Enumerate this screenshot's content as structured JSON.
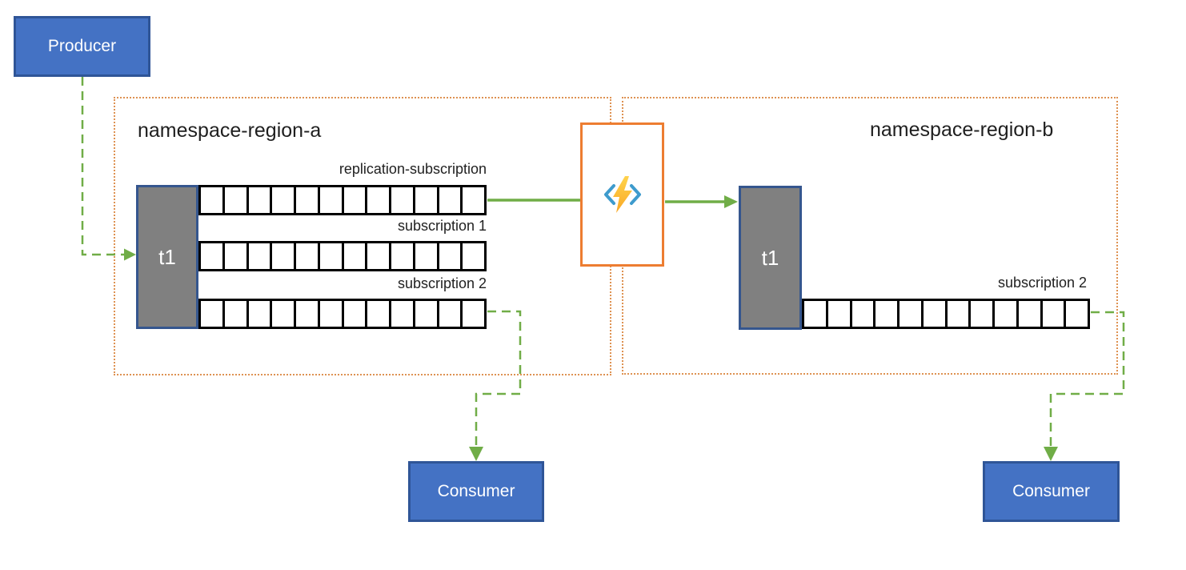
{
  "colors": {
    "box_blue": "#4472C4",
    "box_blue_border": "#2F5597",
    "gray": "#808080",
    "gray_border": "#35568E",
    "orange": "#ED7D31",
    "orange_dotted": "#DE9252",
    "green": "#70AD47",
    "icon_blue": "#3E9BCD",
    "icon_yellow_top": "#FFD34D",
    "icon_yellow_bottom": "#F9A825"
  },
  "producer": {
    "label": "Producer"
  },
  "region_a": {
    "title": "namespace-region-a",
    "topic": {
      "label": "t1"
    },
    "subscriptions": [
      {
        "label": "replication-subscription",
        "cell_count": 12
      },
      {
        "label": "subscription 1",
        "cell_count": 12
      },
      {
        "label": "subscription 2",
        "cell_count": 12
      }
    ]
  },
  "region_b": {
    "title": "namespace-region-b",
    "topic": {
      "label": "t1"
    },
    "subscriptions": [
      {
        "label": "subscription 2",
        "cell_count": 12
      }
    ]
  },
  "replication_function": {
    "icon": "azure-functions-icon"
  },
  "consumers": [
    {
      "label": "Consumer"
    },
    {
      "label": "Consumer"
    }
  ]
}
